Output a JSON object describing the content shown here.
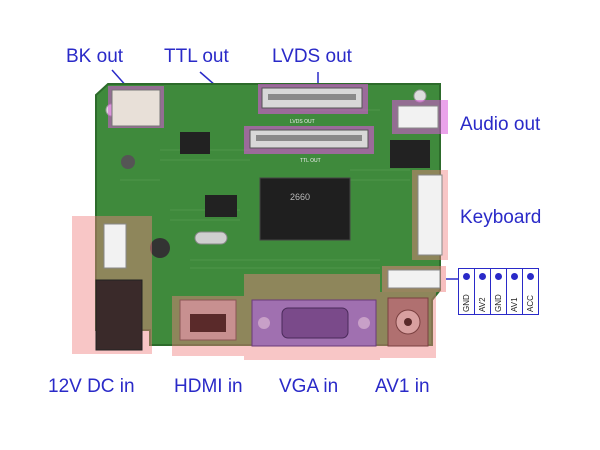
{
  "labels": {
    "bk_out": "BK out",
    "ttl_out": "TTL out",
    "lvds_out": "LVDS out",
    "audio_out": "Audio out",
    "keyboard": "Keyboard",
    "dc_in": "12V DC in",
    "hdmi_in": "HDMI in",
    "vga_in": "VGA in",
    "av1_in": "AV1 in"
  },
  "pins": [
    "GND",
    "AV2",
    "GND",
    "AV1",
    "ACC"
  ],
  "board_marks": {
    "lvds_silk": "LVDS OUT",
    "ttl_silk": "TTL OUT",
    "chip_text": "2660"
  },
  "colors": {
    "label": "#2a2ac8",
    "pcb": "#3f8a3c",
    "highlight_red": "#f08080",
    "highlight_magenta": "#d957d9",
    "pin_dot": "#2a2ac8"
  }
}
